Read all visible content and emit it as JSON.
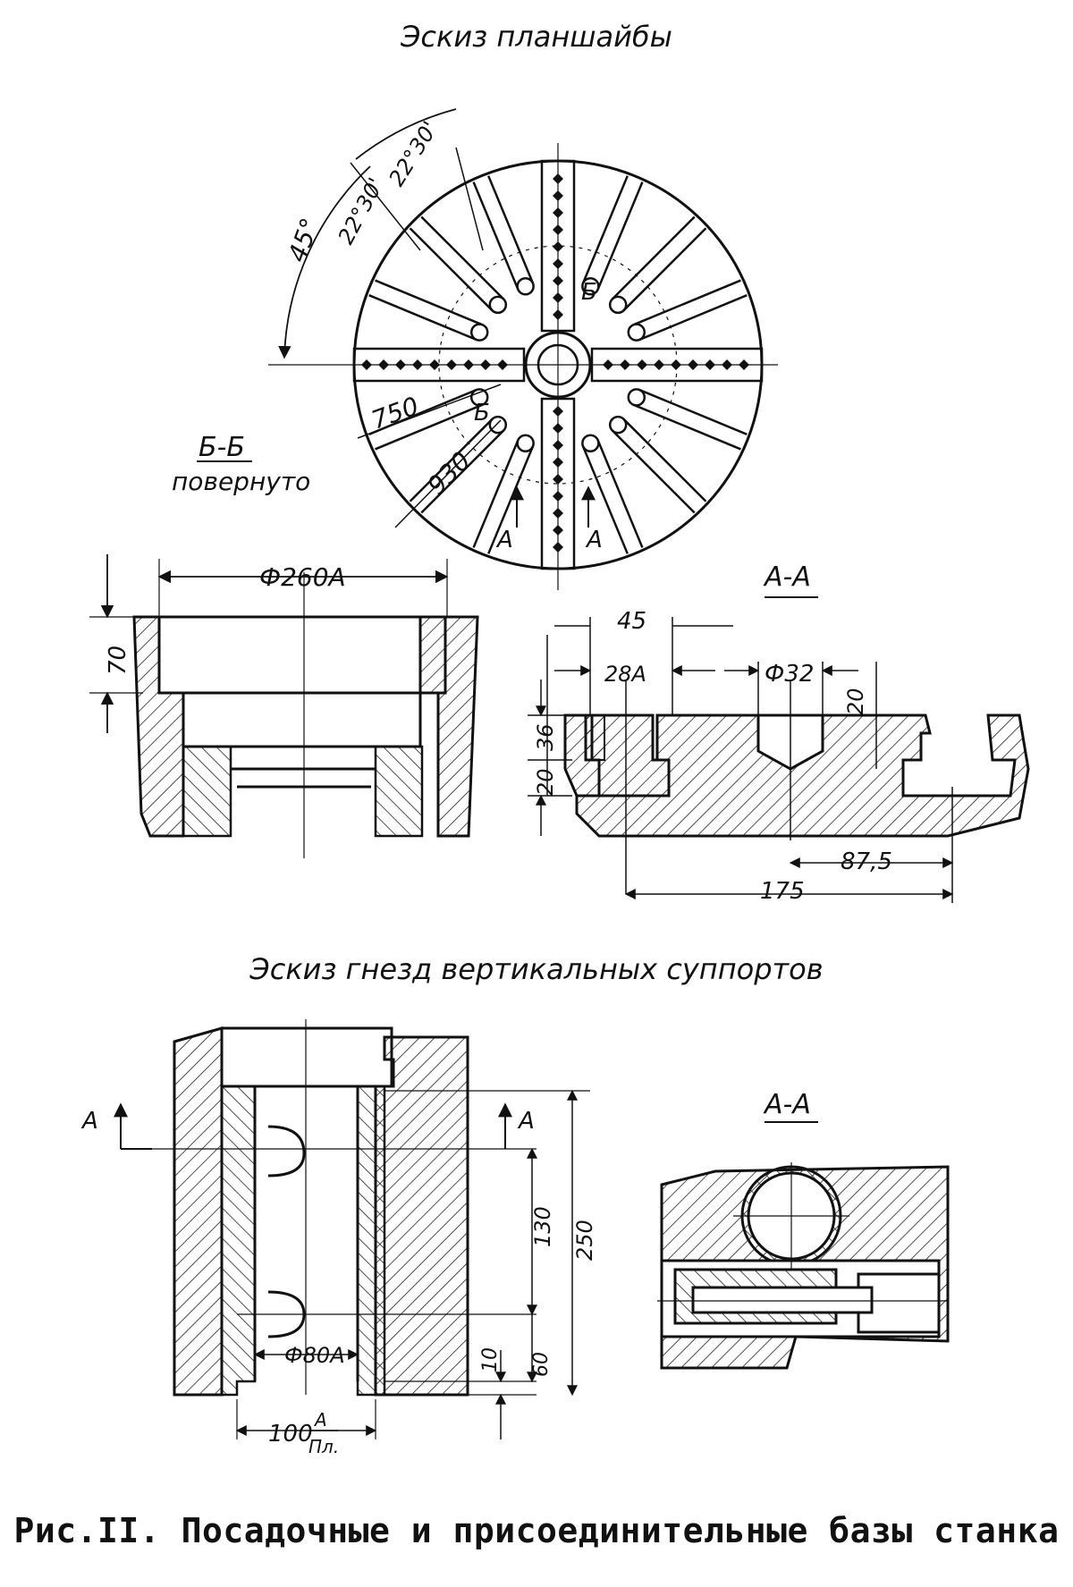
{
  "titles": {
    "faceplate_sketch": "Эскиз планшайбы",
    "vertical_support_sockets_sketch": "Эскиз гнезд вертикальных суппортов"
  },
  "caption": "Рис.II. Посадочные и присоединительные базы станка",
  "faceplate": {
    "angles": [
      "45°",
      "22°30'",
      "22°30'"
    ],
    "dimensions": [
      "750",
      "930"
    ],
    "section_marks": [
      "Б",
      "Б",
      "А",
      "А"
    ]
  },
  "section_bb": {
    "title": "Б-Б",
    "subtitle": "повернуто",
    "dimensions": [
      "Ф260А",
      "70"
    ]
  },
  "section_aa_top": {
    "title": "А-А",
    "dimensions": [
      "45",
      "28А",
      "Ф32",
      "20",
      "36",
      "20",
      "87,5",
      "175"
    ]
  },
  "supports": {
    "marks": [
      "А",
      "А"
    ],
    "dimensions": [
      "130",
      "250",
      "10",
      "60",
      "Ф80А"
    ],
    "bottom_dim": "100",
    "fit_num": "А",
    "fit_den": "Пл."
  },
  "section_aa_bottom": {
    "title": "А-А"
  }
}
